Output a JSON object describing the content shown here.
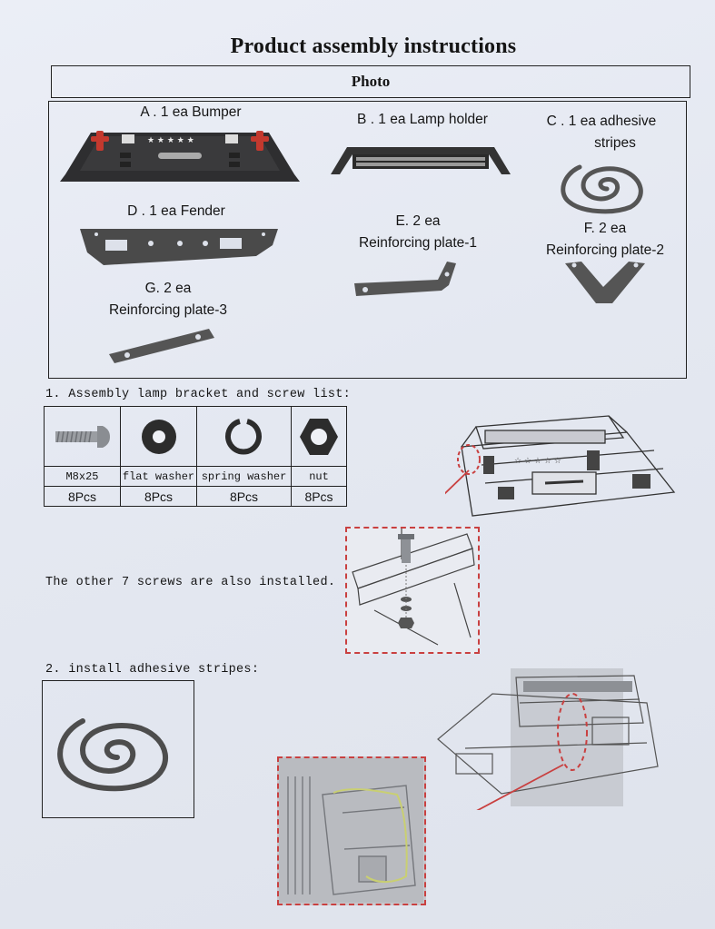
{
  "document": {
    "title": "Product assembly instructions",
    "photo_header": "Photo"
  },
  "parts": [
    {
      "lines": [
        "A . 1 ea Bumper"
      ]
    },
    {
      "lines": [
        "B . 1 ea Lamp holder"
      ]
    },
    {
      "lines": [
        "C . 1 ea adhesive",
        "stripes"
      ]
    },
    {
      "lines": [
        "D . 1 ea Fender"
      ]
    },
    {
      "lines": [
        "E. 2 ea",
        "Reinforcing plate-1"
      ]
    },
    {
      "lines": [
        "F. 2 ea",
        "Reinforcing plate-2"
      ]
    },
    {
      "lines": [
        "G. 2 ea",
        "Reinforcing plate-3"
      ]
    }
  ],
  "step1": {
    "label": "1. Assembly lamp bracket and screw list:",
    "items": [
      {
        "name": "M8x25",
        "qty": "8Pcs",
        "icon": "bolt-icon"
      },
      {
        "name": "flat washer",
        "qty": "8Pcs",
        "icon": "flat-washer-icon"
      },
      {
        "name": "spring washer",
        "qty": "8Pcs",
        "icon": "spring-washer-icon"
      },
      {
        "name": "nut",
        "qty": "8Pcs",
        "icon": "hex-nut-icon"
      }
    ],
    "note": "The other 7 screws are also installed."
  },
  "step2": {
    "label": "2. install adhesive stripes:"
  },
  "colors": {
    "paper": "#e6e9f2",
    "ink": "#151515",
    "callout_red": "#c94040",
    "part_gray": "#4a4a4a"
  }
}
